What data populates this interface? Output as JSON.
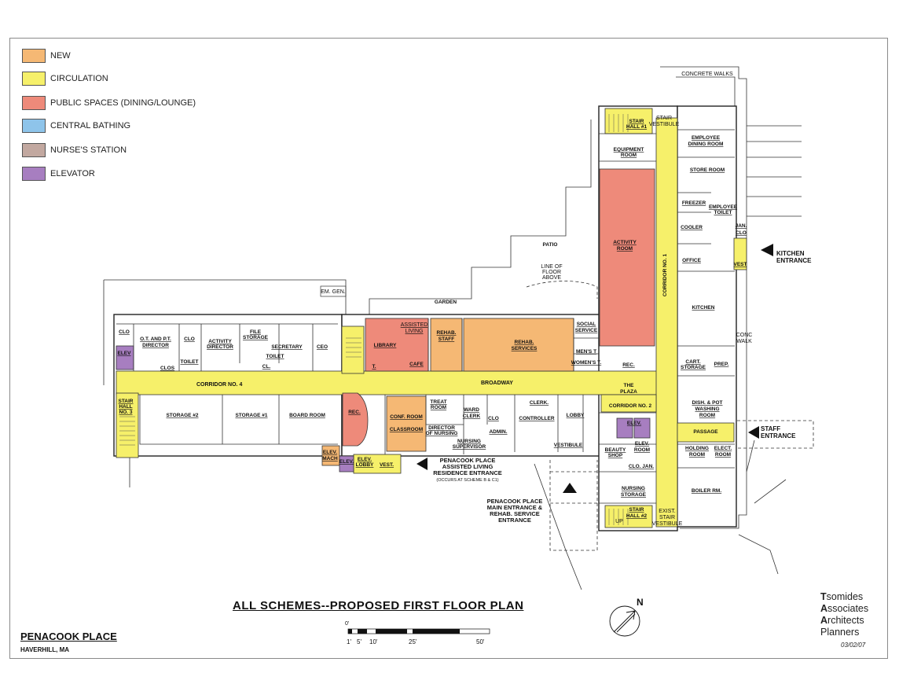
{
  "legend": [
    {
      "label": "NEW",
      "color": "#f5b874"
    },
    {
      "label": "CIRCULATION",
      "color": "#f6f06a"
    },
    {
      "label": "PUBLIC SPACES (DINING/LOUNGE)",
      "color": "#ee8a7a"
    },
    {
      "label": "CENTRAL BATHING",
      "color": "#8ec4ea"
    },
    {
      "label": "NURSE'S STATION",
      "color": "#c2a8a0"
    },
    {
      "label": "ELEVATOR",
      "color": "#a77ec0"
    }
  ],
  "title": "ALL SCHEMES--PROPOSED FIRST FLOOR PLAN",
  "project": {
    "name": "PENACOOK PLACE",
    "location": "HAVERHILL, MA"
  },
  "firm": {
    "l1a": "T",
    "l1b": "somides",
    "l2a": "A",
    "l2b": "ssociates",
    "l3a": "A",
    "l3b": "rchitects",
    "l4": "Planners"
  },
  "date": "03/02/07",
  "north": "N",
  "scale": {
    "zero_top": "0'",
    "s1": "1'",
    "s5": "5'",
    "s10": "10'",
    "s25": "25'",
    "s50": "50'"
  },
  "rooms": {
    "concrete_walks": "CONCRETE WALKS",
    "stair1_a": "STAIR",
    "stair1_b": "HALL #1",
    "stair_vest": "STAIR",
    "vestibule": "VESTIBULE",
    "equipment_a": "EQUIPMENT",
    "equipment_b": "ROOM",
    "emp_dining_a": "EMPLOYEE",
    "emp_dining_b": "DINING ROOM",
    "store": "STORE ROOM",
    "freezer": "FREEZER",
    "emp_toilet_a": "EMPLOYEE",
    "emp_toilet_b": "TOILET",
    "cooler": "COOLER",
    "jan": "JAN.",
    "clo": "CLO",
    "office": "OFFICE",
    "vest": "VEST",
    "kitchen_ent_a": "KITCHEN",
    "kitchen_ent_b": "ENTRANCE",
    "kitchen": "KITCHEN",
    "activity_a": "ACTIVITY",
    "activity_b": "ROOM",
    "corridor1": "CORRIDOR NO. 1",
    "patio": "PATIO",
    "line_floor_a": "LINE OF",
    "line_floor_b": "FLOOR",
    "line_floor_c": "ABOVE",
    "garden": "GARDEN",
    "em_gen": "EM. GEN.",
    "concrete_walk_r": "CONC",
    "concrete_walk_r2": "WALK",
    "cart_a": "CART.",
    "cart_b": "STORAGE",
    "prep": "PREP.",
    "rec_top": "REC.",
    "social_a": "SOCIAL",
    "social_b": "SERVICE",
    "mens": "MEN'S T",
    "womens": "WOMEN'S T.",
    "rehab_a": "REHAB.",
    "rehab_b": "SERVICES",
    "rehab_staff_a": "REHAB.",
    "rehab_staff_b": "STAFF",
    "assisted_a": "ASSISTED",
    "assisted_b": "LIVING",
    "library": "LIBRARY",
    "cafe": "CAFE",
    "t": "T.",
    "clo_w": "CLO",
    "ot_a": "O.T. AND P.T.",
    "ot_b": "DIRECTOR",
    "clo2": "CLO",
    "act_dir_a": "ACTIVITY",
    "act_dir_b": "DIRECTOR",
    "file_a": "FILE",
    "file_b": "STORAGE",
    "secretary": "SECRETARY",
    "ceo": "CEO",
    "toilet": "TOILET",
    "cl": "CL.",
    "elev": "ELEV",
    "clos": "CLOS",
    "corridor4": "CORRIDOR NO. 4",
    "broadway": "BROADWAY",
    "plaza_a": "THE",
    "plaza_b": "PLAZA",
    "corridor2": "CORRIDOR NO. 2",
    "dish_a": "DISH. & POT",
    "dish_b": "WASHING",
    "dish_c": "ROOM",
    "passage": "PASSAGE",
    "staff_ent_a": "STAFF",
    "staff_ent_b": "ENTRANCE",
    "holding_a": "HOLDING",
    "holding_b": "ROOM",
    "elect_a": "ELECT.",
    "elect_b": "ROOM",
    "boiler": "BOILER RM.",
    "stair3_a": "STAIR",
    "stair3_b": "HALL",
    "stair3_c": "NO. 3",
    "storage2": "STORAGE #2",
    "storage1": "STORAGE #1",
    "board": "BOARD ROOM",
    "rec_mid": "REC.",
    "conf_a": "CONF. ROOM",
    "classroom": "CLASSROOM",
    "treat_a": "TREAT",
    "treat_b": "ROOM",
    "dir_nursing_a": "DIRECTOR",
    "dir_nursing_b": "OF NURSING",
    "ward_a": "WARD",
    "ward_b": "CLERK",
    "clo3": "CLO",
    "admin": "ADMIN.",
    "nurse_sup_a": "NURSING",
    "nurse_sup_b": "SUPERVISOR",
    "clerk": "CLERK.",
    "controller": "CONTROLLER",
    "lobby": "LOBBY",
    "vestibule_b": "VESTIBULE",
    "elev_lobby_a": "ELEV.",
    "elev_lobby_b": "LOBBY",
    "vest_b": "VEST.",
    "elev_mach_a": "ELEV.",
    "elev_mach_b": "MACH",
    "elev_room_a": "ELEV.",
    "elev_room_b": "ROOM",
    "beauty_a": "BEAUTY",
    "beauty_b": "SHOP",
    "clo_jan": "CLO.  JAN.",
    "nursing_st_a": "NURSING",
    "nursing_st_b": "STORAGE",
    "stair2_a": "STAIR",
    "stair2_b": "HALL #2",
    "exist_stair_a": "EXIST.",
    "exist_stair_b": "STAIR",
    "vestibule_c": "VESTIBULE",
    "elev_s": "ELEV.",
    "up": "UP",
    "al_ent_a": "PENACOOK PLACE",
    "al_ent_b": "ASSISTED LIVING",
    "al_ent_c": "RESIDENCE ENTRANCE",
    "al_ent_d": "(OCCURS AT SCHEME B & C1)",
    "main_ent_a": "PENACOOK PLACE",
    "main_ent_b": "MAIN ENTRANCE &",
    "main_ent_c": "REHAB. SERVICE",
    "main_ent_d": "ENTRANCE"
  }
}
